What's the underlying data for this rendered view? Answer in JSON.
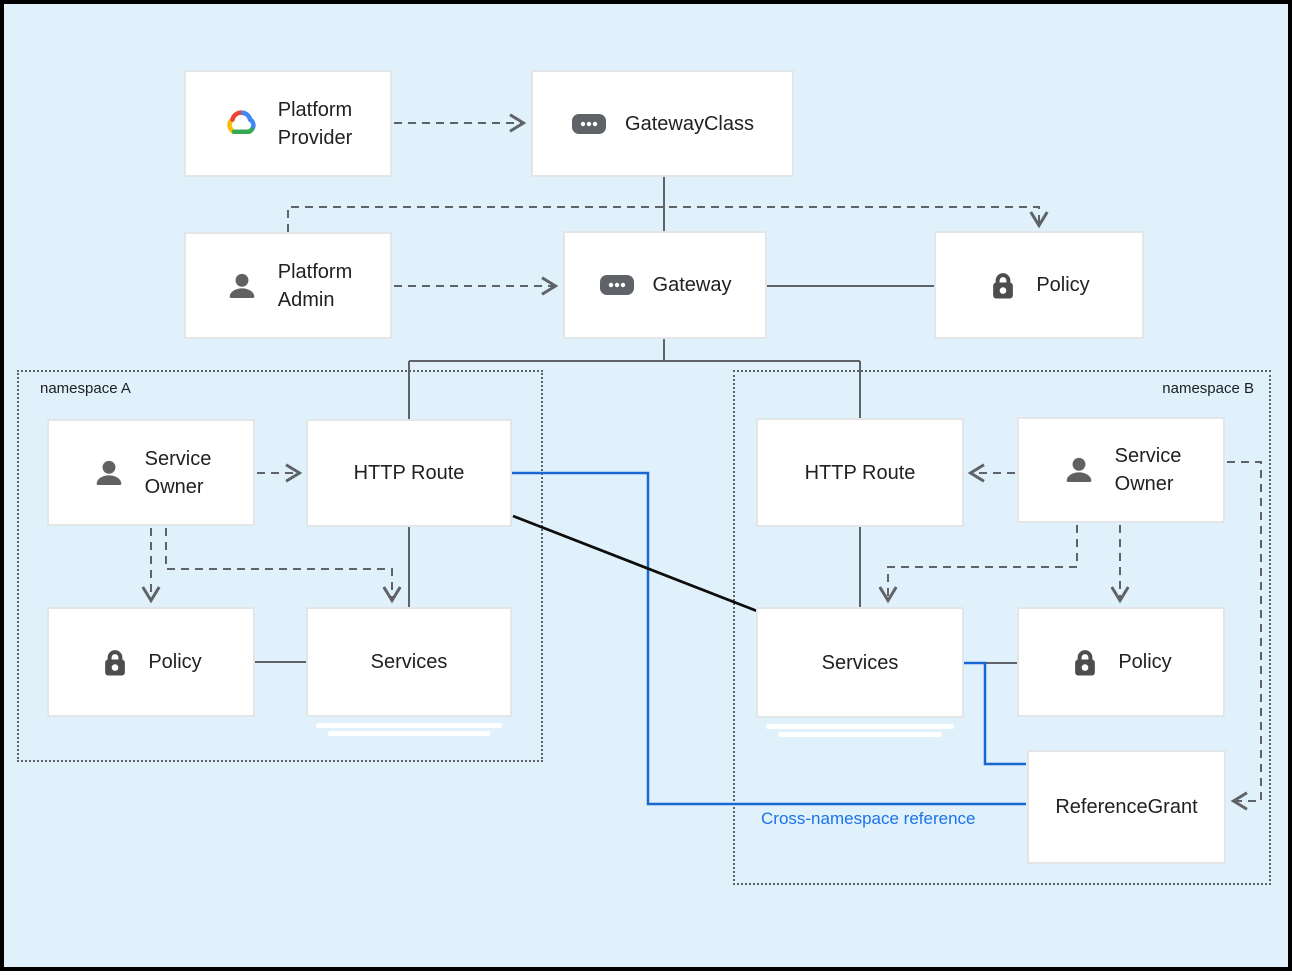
{
  "diagram": {
    "title_note": "Gateway API resource model diagram",
    "namespaces": {
      "a_label": "namespace A",
      "b_label": "namespace B"
    },
    "nodes": {
      "platform_provider": {
        "label": "Platform\nProvider",
        "icon": "google-cloud"
      },
      "gateway_class": {
        "label": "GatewayClass",
        "icon": "gateway"
      },
      "platform_admin": {
        "label": "Platform\nAdmin",
        "icon": "person"
      },
      "gateway": {
        "label": "Gateway",
        "icon": "gateway"
      },
      "policy_top": {
        "label": "Policy",
        "icon": "lock"
      },
      "service_owner_a": {
        "label": "Service\nOwner",
        "icon": "person"
      },
      "http_route_a": {
        "label": "HTTP Route",
        "icon": "none"
      },
      "policy_a": {
        "label": "Policy",
        "icon": "lock"
      },
      "services_a": {
        "label": "Services",
        "icon": "none"
      },
      "http_route_b": {
        "label": "HTTP Route",
        "icon": "none"
      },
      "service_owner_b": {
        "label": "Service\nOwner",
        "icon": "person"
      },
      "services_b": {
        "label": "Services",
        "icon": "none"
      },
      "policy_b": {
        "label": "Policy",
        "icon": "lock"
      },
      "reference_grant": {
        "label": "ReferenceGrant",
        "icon": "none"
      }
    },
    "annotations": {
      "cross_namespace": "Cross-namespace reference"
    },
    "colors": {
      "background": "#e0f1fb",
      "connector_gray": "#5f6368",
      "cross_namespace_blue": "#1967d2",
      "annotation_blue": "#1a73e8",
      "direct_reference_black": "#0d0d0d",
      "icon_gray": "#616161",
      "text": "#202124"
    }
  }
}
